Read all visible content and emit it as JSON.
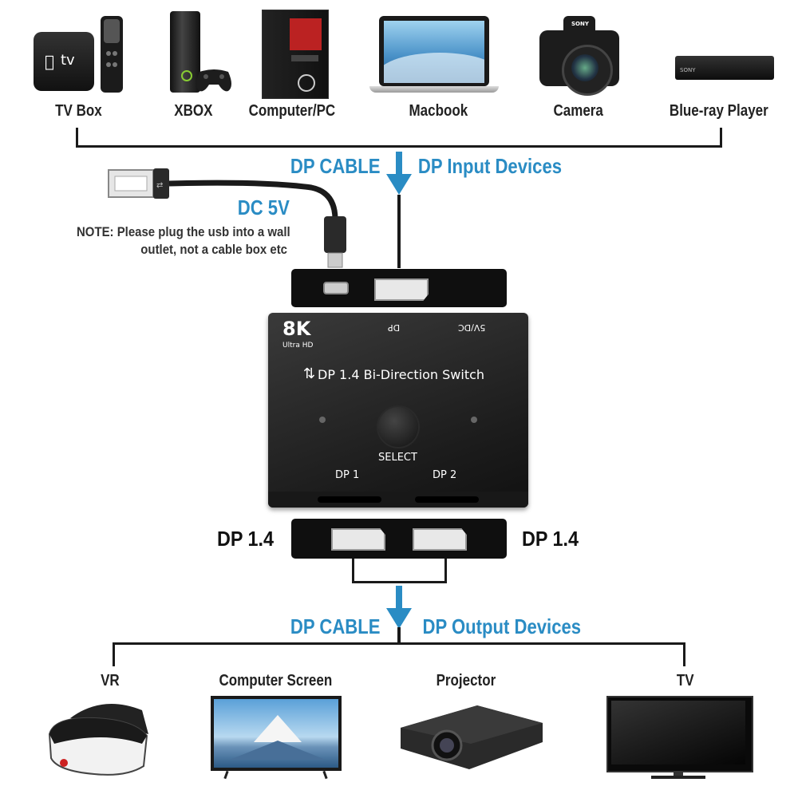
{
  "input_devices": {
    "tv_box": "TV Box",
    "xbox": "XBOX",
    "computer": "Computer/PC",
    "macbook": "Macbook",
    "camera": "Camera",
    "bluray": "Blue-ray Player"
  },
  "output_devices": {
    "vr": "VR",
    "screen": "Computer Screen",
    "projector": "Projector",
    "tv": "TV"
  },
  "labels": {
    "dp_cable_top": "DP CABLE",
    "dp_input": "DP Input Devices",
    "dc5v": "DC 5V",
    "note_line1": "NOTE: Please plug the usb into a wall",
    "note_line2": "outlet, not a cable box etc",
    "dp14_left": "DP 1.4",
    "dp14_right": "DP 1.4",
    "dp_cable_bottom": "DP CABLE",
    "dp_output": "DP Output Devices"
  },
  "device": {
    "resolution": "8K",
    "resolution_sub": "Ultra HD",
    "port_dp": "DP",
    "port_power": "5V/DC",
    "title": "DP 1.4 Bi-Direction Switch",
    "button": "SELECT",
    "out1": "DP 1",
    "out2": "DP 2"
  },
  "product_text": {
    "apple_tv": "tv",
    "camera_brand": "SONY",
    "bluray_brand": "SONY"
  },
  "colors": {
    "accent": "#2a8cc4",
    "device_body": "#2b2b2b",
    "line": "#1a1a1a"
  }
}
